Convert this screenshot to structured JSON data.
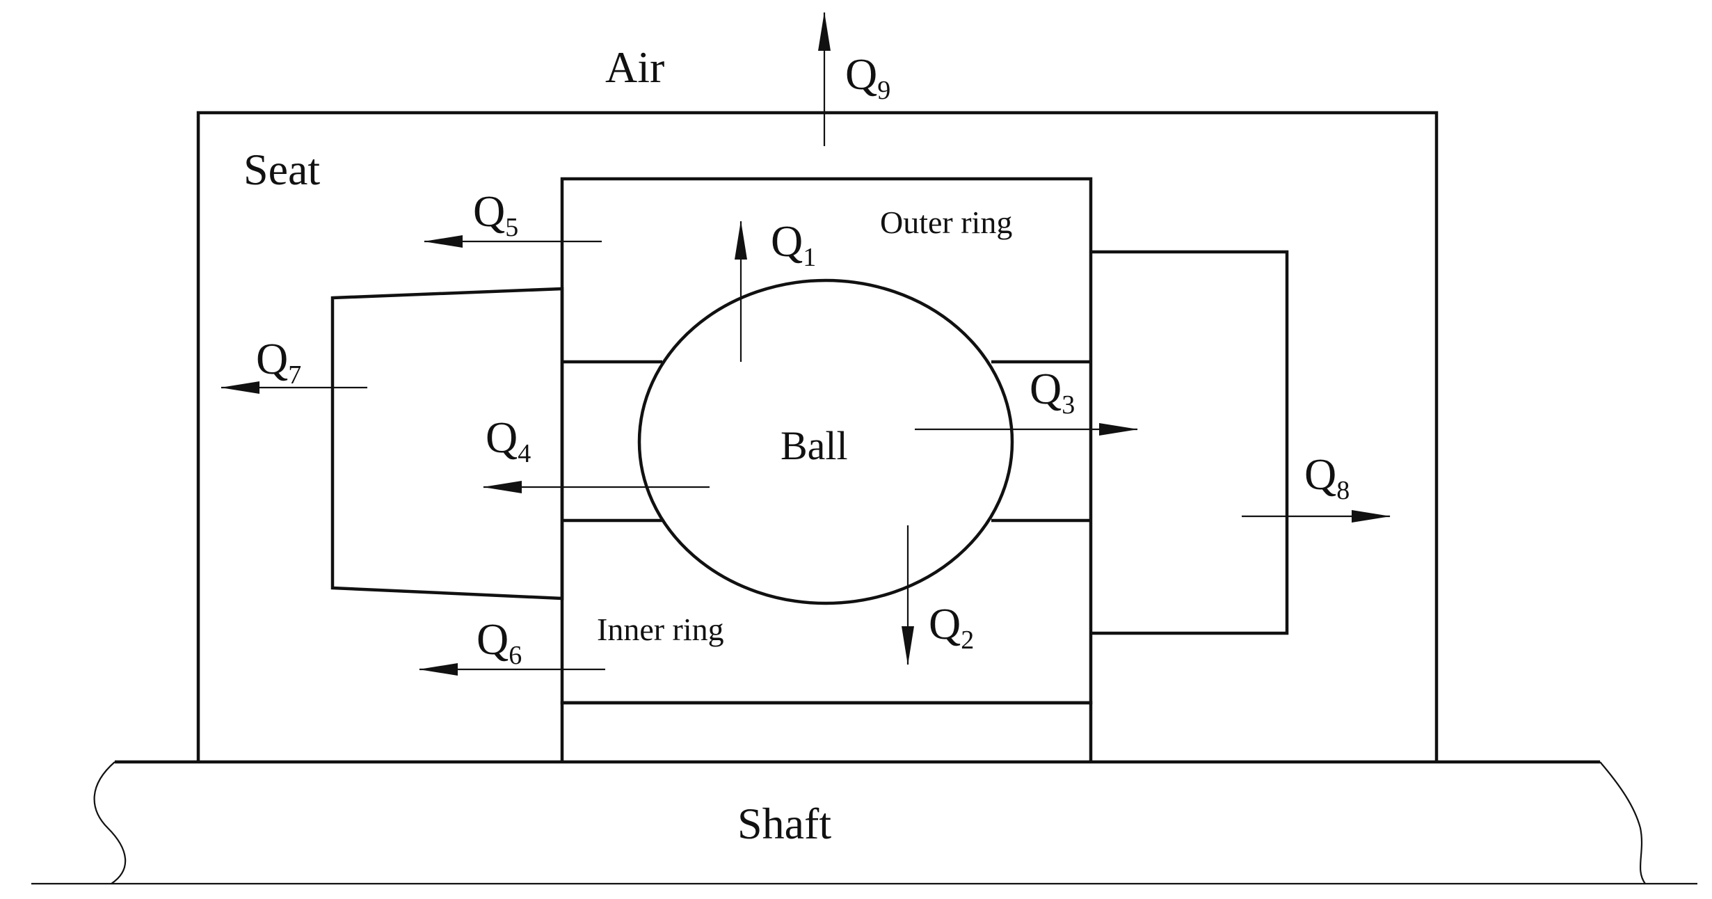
{
  "labels": {
    "air": "Air",
    "seat": "Seat",
    "outer_ring": "Outer ring",
    "inner_ring": "Inner ring",
    "ball": "Ball",
    "shaft": "Shaft"
  },
  "heat_flows": [
    {
      "id": "Q1",
      "letter": "Q",
      "sub": "1"
    },
    {
      "id": "Q2",
      "letter": "Q",
      "sub": "2"
    },
    {
      "id": "Q3",
      "letter": "Q",
      "sub": "3"
    },
    {
      "id": "Q4",
      "letter": "Q",
      "sub": "4"
    },
    {
      "id": "Q5",
      "letter": "Q",
      "sub": "5"
    },
    {
      "id": "Q6",
      "letter": "Q",
      "sub": "6"
    },
    {
      "id": "Q7",
      "letter": "Q",
      "sub": "7"
    },
    {
      "id": "Q8",
      "letter": "Q",
      "sub": "8"
    },
    {
      "id": "Q9",
      "letter": "Q",
      "sub": "9"
    }
  ]
}
